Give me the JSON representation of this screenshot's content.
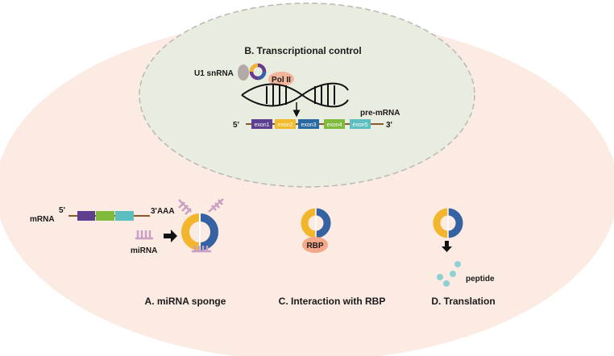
{
  "panel_b": {
    "title": "B. Transcriptional control",
    "u1_label": "U1 snRNA",
    "pol_label": "Pol II",
    "five_prime": "5'",
    "three_prime": "3'",
    "pre_mrna_label": "pre-mRNA",
    "exons": [
      {
        "label": "exon1",
        "color": "#5e3f8f"
      },
      {
        "label": "exon2",
        "color": "#f3bb2b"
      },
      {
        "label": "exon3",
        "color": "#2a6aa3"
      },
      {
        "label": "exon4",
        "color": "#7fba3c"
      },
      {
        "label": "exon5",
        "color": "#5bbfc0"
      }
    ]
  },
  "panel_a": {
    "title": "A. miRNA sponge",
    "mrna_label": "mRNA",
    "five_prime": "5'",
    "three_prime": "3'AAA",
    "mirna_label": "miRNA"
  },
  "panel_c": {
    "title": "C. Interaction with RBP",
    "rbp_label": "RBP"
  },
  "panel_d": {
    "title": "D. Translation",
    "peptide_label": "peptide"
  },
  "colors": {
    "outer_fill": "#fbebe3",
    "inner_fill": "#e9eddf",
    "inner_stroke": "#b8b8b8",
    "circ_yellow": "#f3b52b",
    "circ_blue": "#3562a3",
    "mirna": "#c9a0c4",
    "rbp": "#f4a889",
    "peptide": "#8fd0d3",
    "backbone": "#8a5a2e"
  }
}
